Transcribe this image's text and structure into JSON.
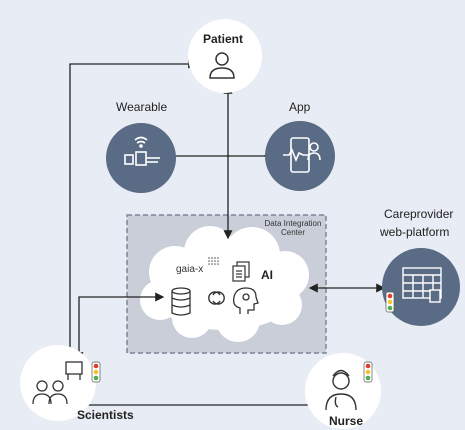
{
  "nodes": {
    "patient": "Patient",
    "wearable": "Wearable",
    "app": "App",
    "careprovider_line1": "Careprovider",
    "careprovider_line2": "web-platform",
    "scientists": "Scientists",
    "nurse": "Nurse"
  },
  "data_center": {
    "title_line1": "Data Integration",
    "title_line2": "Center",
    "gaia_logo": "gaia-x",
    "ai_label": "AI"
  },
  "icons": {
    "patient": "person-icon",
    "wearable": "smartwatch-wifi-icon",
    "app": "smartphone-doctor-icon",
    "careprovider": "web-dashboard-icon",
    "scientists": "scientists-group-icon",
    "nurse": "nurse-icon",
    "database": "database-icon",
    "sync": "sync-icon",
    "ai": "brain-gear-icon",
    "documents": "documents-icon",
    "traffic_light": "traffic-light-icon"
  },
  "colors": {
    "background": "#e8ecf4",
    "node_dark": "#5a6b85",
    "node_light": "#ffffff",
    "dashed_box": "#c9ced9",
    "arrow": "#222222",
    "traffic_red": "#e03b2f",
    "traffic_yellow": "#f2c530",
    "traffic_green": "#4caf50"
  }
}
